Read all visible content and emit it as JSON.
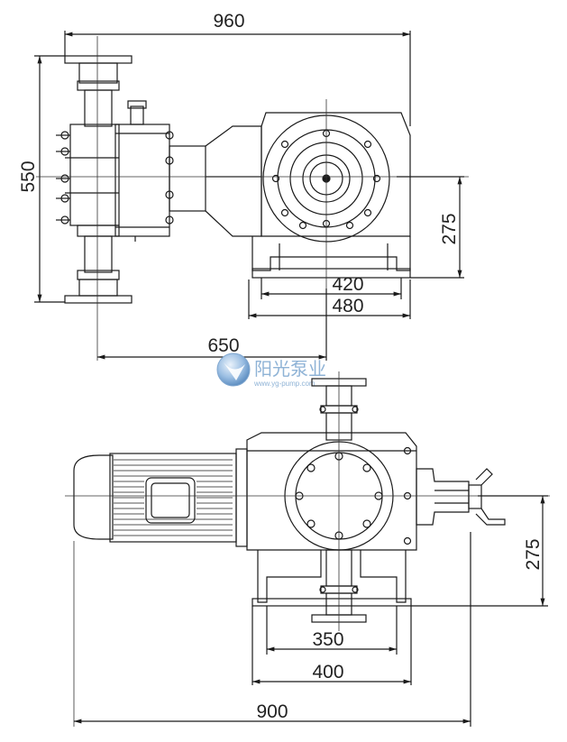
{
  "drawing": {
    "line_color": "#1a1a1a",
    "centerline_color": "#333333",
    "background": "#ffffff"
  },
  "top_view": {
    "dim_overall_width": "960",
    "dim_overall_height": "550",
    "dim_shaft_height": "275",
    "dim_foot_inner": "420",
    "dim_foot_outer": "480",
    "dim_inlet_offset": "650"
  },
  "front_view": {
    "dim_shaft_height": "275",
    "dim_foot_inner": "350",
    "dim_foot_outer": "400",
    "dim_overall_length": "900"
  },
  "watermark": {
    "brand": "阳光泵业",
    "url": "www.yg-pump.com",
    "logo_icon": "sphere-logo-icon",
    "color": "#8fb3d6"
  }
}
